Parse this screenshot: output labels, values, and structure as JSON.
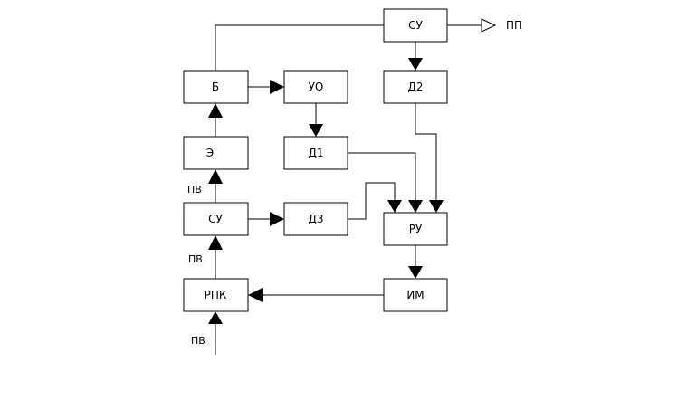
{
  "blocks": {
    "su_top": "СУ",
    "b": "Б",
    "uo": "УО",
    "d2": "Д2",
    "e": "Э",
    "d1": "Д1",
    "su_mid": "СУ",
    "d3": "Д3",
    "ru": "РУ",
    "rpk": "РПК",
    "im": "ИМ"
  },
  "output_label": "ПП",
  "side_labels": {
    "pv_upper": "ПВ",
    "pv_middle": "ПВ",
    "pv_input": "ПВ"
  }
}
